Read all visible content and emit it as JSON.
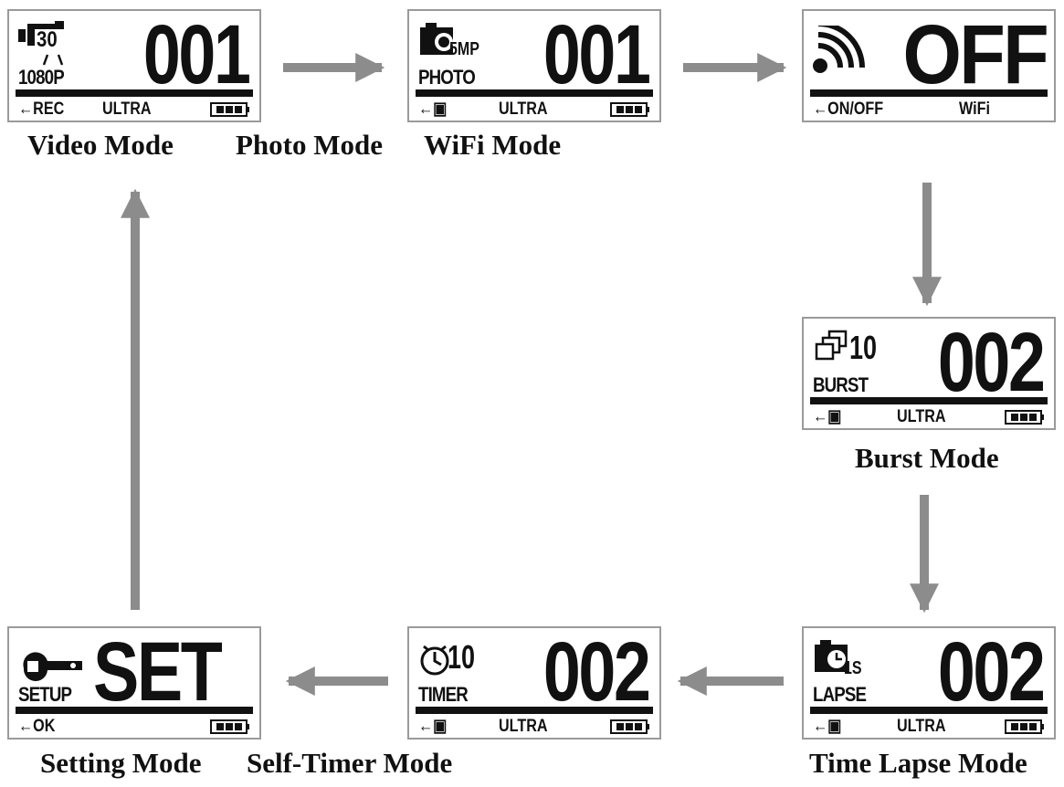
{
  "colors": {
    "arrow": "#8c8c8c",
    "lcd_ink": "#111111",
    "frame": "#9a9a9a"
  },
  "screens": {
    "video": {
      "number": "001",
      "sub": "1080P",
      "fps": "30",
      "left_label": "REC",
      "mode_label": "ULTRA",
      "icon": "video-camera-icon"
    },
    "photo": {
      "number": "001",
      "sub": "PHOTO",
      "res": "5MP",
      "mode_label": "ULTRA",
      "icon": "photo-camera-icon"
    },
    "wifi": {
      "number": "OFF",
      "left_label": "ON/OFF",
      "mode_label": "WiFi",
      "icon": "wifi-signal-icon"
    },
    "burst": {
      "number": "002",
      "sub": "BURST",
      "count": "10",
      "mode_label": "ULTRA",
      "icon": "burst-frames-icon"
    },
    "timelapse": {
      "number": "002",
      "sub": "LAPSE",
      "interval": "1S",
      "mode_label": "ULTRA",
      "icon": "timelapse-camera-icon"
    },
    "selftimer": {
      "number": "002",
      "sub": "TIMER",
      "count": "10",
      "mode_label": "ULTRA",
      "icon": "timer-icon"
    },
    "setting": {
      "number": "SET",
      "sub": "SETUP",
      "left_label": "OK",
      "icon": "wrench-icon"
    }
  },
  "captions": {
    "video": "Video Mode",
    "photo": "Photo Mode",
    "wifi": "WiFi Mode",
    "burst": "Burst Mode",
    "timelapse": "Time Lapse Mode",
    "selftimer": "Self-Timer Mode",
    "setting": "Setting Mode"
  }
}
